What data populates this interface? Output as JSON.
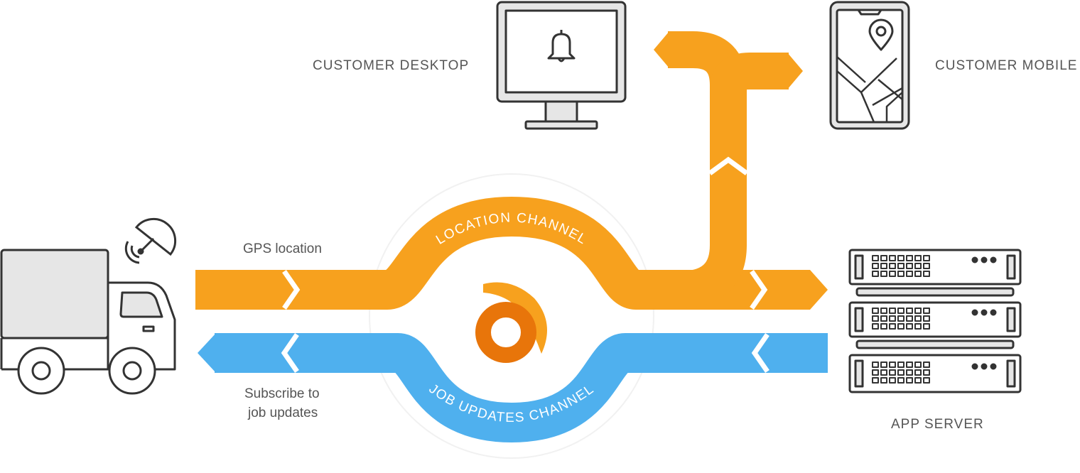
{
  "labels": {
    "customer_desktop": "CUSTOMER DESKTOP",
    "customer_mobile": "CUSTOMER MOBILE",
    "gps_location": "GPS location",
    "subscribe_line1": "Subscribe to",
    "subscribe_line2": "job updates",
    "app_server": "APP SERVER",
    "location_channel": "LOCATION CHANNEL",
    "job_updates_channel": "JOB UPDATES CHANNEL"
  },
  "colors": {
    "location_channel": "#F7A11E",
    "job_updates_channel": "#4FB0EE",
    "logo_dark": "#E8750A",
    "logo_light": "#F7A11E",
    "outline": "#333333",
    "device_fill": "#E6E6E6",
    "label_text": "#555555"
  },
  "icons": {
    "truck": "delivery-truck-icon",
    "dish": "satellite-dish-icon",
    "desktop": "desktop-monitor-icon",
    "bell": "bell-icon",
    "mobile": "mobile-phone-icon",
    "pin": "map-pin-icon",
    "server": "server-rack-icon",
    "logo": "ably-logo-icon"
  }
}
